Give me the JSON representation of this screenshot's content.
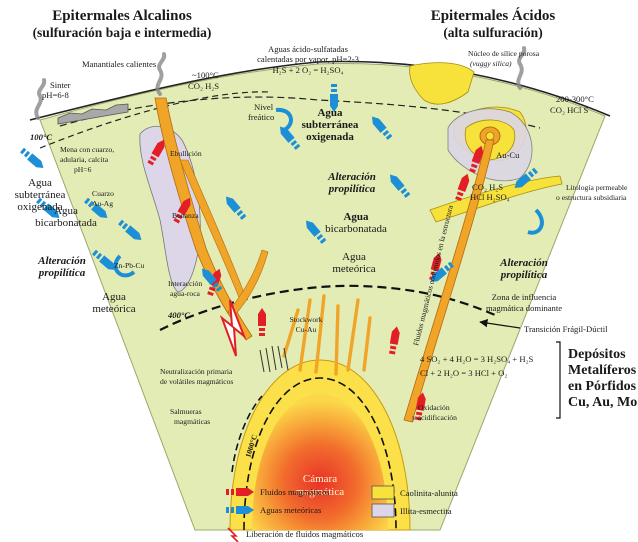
{
  "colors": {
    "green_zone": "#e3ecb4",
    "yellow_alteration": "#f6e23a",
    "orange_conduit": "#f0a528",
    "lilac_alteration": "#dcd6e8",
    "red_fluid": "#e21f26",
    "blue_water": "#1d8fd6",
    "chamber_core": "#f0452a",
    "chamber_mid": "#f7a13a",
    "chamber_outer": "#fbe04a"
  },
  "headers": {
    "left_title": "Epitermales Alcalinos",
    "left_subtitle": "(sulfuración baja e intermedia)",
    "right_title": "Epitermales Ácidos",
    "right_subtitle": "(alta sulfuración)"
  },
  "surface_labels": {
    "hot_springs": "Manantiales calientes",
    "sinter": "Sinter",
    "sinter_ph": "pH=6-8",
    "temp_100": "~100°C",
    "co2_h2s": "CO₂ H₂S",
    "acid_sulfate_1": "Aguas ácido-sulfatadas",
    "acid_sulfate_2": "calentadas por vapor, pH=2-3",
    "acid_sulfate_3": "H₂S + 2 O₂ = H₂SO₄",
    "silica_core_1": "Núcleo de sílice porosa",
    "silica_core_2": "(vuggy silica)",
    "temp_200_300": "200-300°C",
    "co2_hcl_s": "CO₂ HCl S"
  },
  "labels": {
    "water_table_1": "Nivel",
    "water_table_2": "freático",
    "iso_100": "100°C",
    "iso_400": "400°C",
    "ore_1": "Mena con cuarzo,",
    "ore_2": "adularia, calcita",
    "ore_3": "pH=6",
    "boiling": "Ebullición",
    "bonanza": "Bonanza",
    "quartz_1": "Cuarzo",
    "quartz_2": "Au-Ag",
    "znpbcu": "Zn-Pb-Cu",
    "interaction_1": "Interacción",
    "interaction_2": "agua-roca",
    "water_ox_1": "Agua",
    "water_ox_2": "subterránea",
    "water_ox_3": "oxigenada",
    "left_water_1": "Agua",
    "left_water_2": "subterránea",
    "left_water_3": "oxigenada",
    "left_bicarb_1": "Agua",
    "left_bicarb_2": "bicarbonatada",
    "left_prop_1": "Alteración",
    "left_prop_2": "propilítica",
    "left_meteoric_1": "Agua",
    "left_meteoric_2": "meteórica",
    "center_prop_1": "Alteración",
    "center_prop_2": "propilítica",
    "center_bicarb_1": "Agua",
    "center_bicarb_2": "bicarbonatada",
    "center_meteoric_1": "Agua",
    "center_meteoric_2": "meteórica",
    "fluids_column": "Fluidos magmáticos contenidos en la estructura",
    "aucu": "Au-Cu",
    "hs_gas_1": "CO₂ H₂S",
    "hs_gas_2": "HCl H₂SO₄",
    "litho_1": "Litología permeable",
    "litho_2": "o estructura subsidiaria",
    "right_prop_1": "Alteración",
    "right_prop_2": "propilítica",
    "influence_1": "Zona de influencia",
    "influence_2": "magmática dominante",
    "transition": "Transición Frágil-Dúctil",
    "stockwork_1": "Stockwork",
    "stockwork_2": "Cu-Au",
    "neutral_1": "Neutralización primaria",
    "neutral_2": "de volátiles magmáticos",
    "brines_1": "Salmueras",
    "brines_2": "magmáticas",
    "iso_1000": "1000°C",
    "oxidation_1": "Oxidación",
    "oxidation_2": "y acidificación",
    "eq_1": "4 SO₂ + 4 H₂O = 3 H₂SO₄ + H₂S",
    "eq_2": "Cl + 2 H₂O = 3 HCl + O₂",
    "chamber_1": "Cámara",
    "chamber_2": "magmática"
  },
  "deposits": {
    "line_1": "Depósitos",
    "line_2": "Metalíferos",
    "line_3": "en Pórfidos",
    "line_4": "Cu, Au, Mo"
  },
  "legend": {
    "magmatic_fluids": "Fluidos magmáticos",
    "meteoric_waters": "Aguas meteóricas",
    "release": "Liberación de fluidos magmáticos",
    "kaolinite": "Caolinita-alunita",
    "illite": "Illita-esmectita"
  }
}
